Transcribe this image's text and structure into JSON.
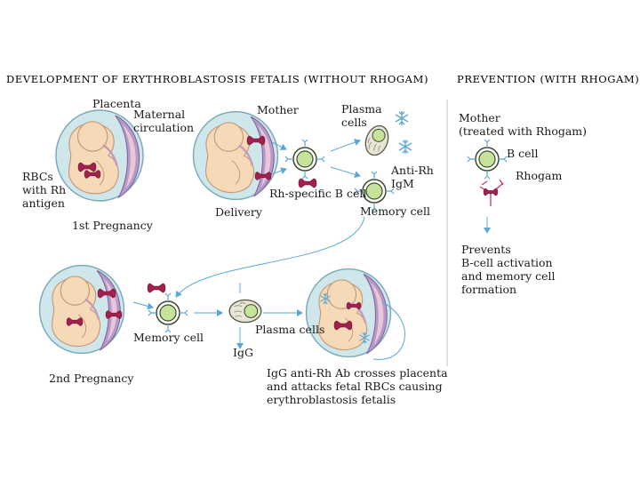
{
  "headers": {
    "development": "DEVELOPMENT OF ERYTHROBLASTOSIS FETALIS (WITHOUT RHOGAM)",
    "prevention": "PREVENTION (WITH RHOGAM)"
  },
  "labels": {
    "placenta": "Placenta",
    "maternal_circulation": [
      "Maternal",
      "circulation"
    ],
    "rbcs": [
      "RBCs",
      "with Rh",
      "antigen"
    ],
    "first_pregnancy": "1st Pregnancy",
    "mother": "Mother",
    "delivery": "Delivery",
    "plasma_cells_top": [
      "Plasma",
      "cells"
    ],
    "anti_rh_igm": [
      "Anti-Rh",
      "IgM"
    ],
    "rh_specific_b_cell": "Rh-specific B cell",
    "memory_cell_top": "Memory cell",
    "memory_cell_bottom": "Memory cell",
    "plasma_cells_bottom": "Plasma cells",
    "igg": "IgG",
    "second_pregnancy": "2nd Pregnancy",
    "igg_crosses": [
      "IgG anti-Rh Ab crosses placenta",
      "and attacks fetal RBCs causing",
      "erythroblastosis fetalis"
    ],
    "mother_treated": [
      "Mother",
      "(treated with Rhogam)"
    ],
    "b_cell": "B cell",
    "rhogam": "Rhogam",
    "prevents": [
      "Prevents",
      "B-cell activation",
      "and memory cell",
      "formation"
    ]
  },
  "colors": {
    "skin": "#f6d9b6",
    "skin_line": "#c29a7a",
    "uterus_blue": "#cfe6ea",
    "uterus_line": "#7aaab8",
    "placenta_purple": "#b49ac8",
    "placenta_pink": "#ecc6d6",
    "rbc": "#a2204f",
    "cell_fill": "#c6e39a",
    "cell_ring": "#3a4a2a",
    "plasma_fill": "#e8e4d6",
    "antibody": "#5aa8d6",
    "arrow": "#5aa8d6",
    "rhogam": "#c23a74"
  }
}
